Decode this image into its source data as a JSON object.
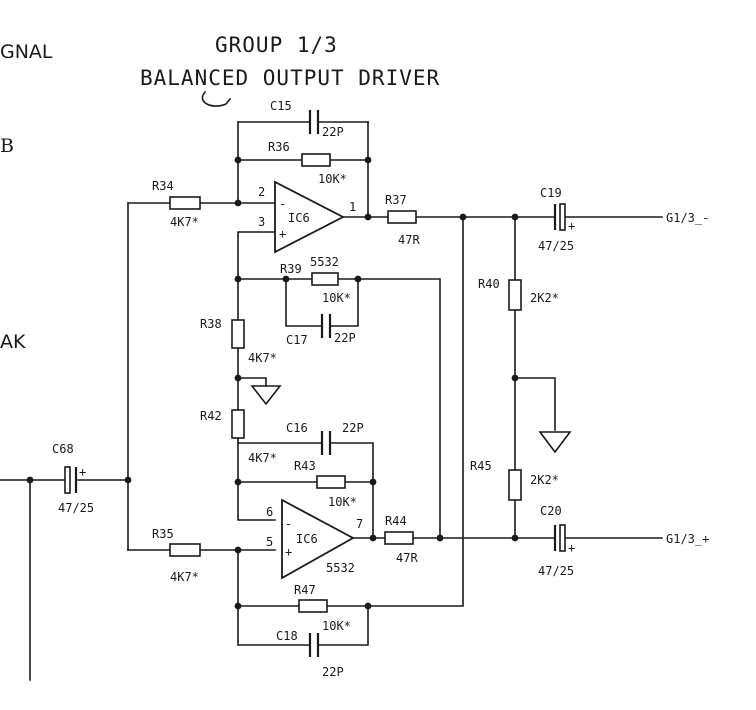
{
  "title": {
    "group": "GROUP 1/3",
    "subtitle": "BALANCED OUTPUT DRIVER"
  },
  "edge_text": {
    "signal": "GNAL",
    "b": "B",
    "ak": "AK"
  },
  "components": {
    "C15": {
      "ref": "C15",
      "value": "22P"
    },
    "R36": {
      "ref": "R36",
      "value": "10K*"
    },
    "R34": {
      "ref": "R34",
      "value": "4K7*"
    },
    "R37": {
      "ref": "R37",
      "value": "47R"
    },
    "C19": {
      "ref": "C19",
      "value": "47/25",
      "pol": "+"
    },
    "IC6a": {
      "ref": "IC6",
      "part": "5532",
      "pin_inv": "2",
      "pin_noninv": "3",
      "pin_out": "1"
    },
    "R39": {
      "ref": "R39",
      "value": "10K*"
    },
    "C17": {
      "ref": "C17",
      "value": "22P"
    },
    "R38": {
      "ref": "R38",
      "value": "4K7*"
    },
    "R40": {
      "ref": "R40",
      "value": "2K2*"
    },
    "R42": {
      "ref": "R42",
      "value": "4K7*"
    },
    "C16": {
      "ref": "C16",
      "value": "22P"
    },
    "R43": {
      "ref": "R43",
      "value": "10K*"
    },
    "C68": {
      "ref": "C68",
      "value": "47/25",
      "pol": "+"
    },
    "R45": {
      "ref": "R45",
      "value": "2K2*"
    },
    "IC6b": {
      "ref": "IC6",
      "part": "5532",
      "pin_inv": "6",
      "pin_noninv": "5",
      "pin_out": "7"
    },
    "R35": {
      "ref": "R35",
      "value": "4K7*"
    },
    "R44": {
      "ref": "R44",
      "value": "47R"
    },
    "C20": {
      "ref": "C20",
      "value": "47/25",
      "pol": "+"
    },
    "R47": {
      "ref": "R47",
      "value": "10K*"
    },
    "C18": {
      "ref": "C18",
      "value": "22P"
    }
  },
  "signs": {
    "minus": "-",
    "plus": "+"
  },
  "outputs": {
    "neg": "G1/3_-",
    "pos": "G1/3_+"
  }
}
